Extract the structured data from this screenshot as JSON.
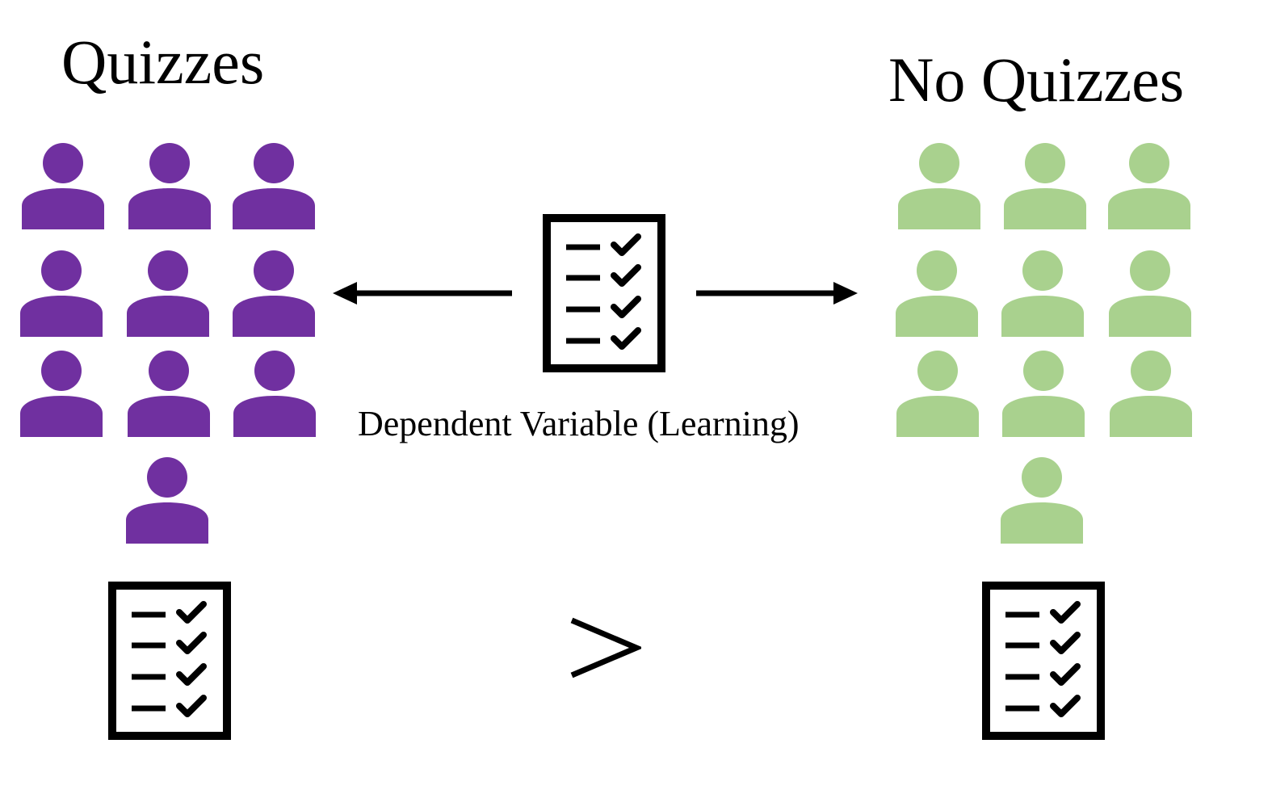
{
  "groups": {
    "left": {
      "title": "Quizzes",
      "color": "#7030a0",
      "participant_count": 10,
      "icon": "person-icon"
    },
    "right": {
      "title": "No Quizzes",
      "color": "#a9d18e",
      "participant_count": 10,
      "icon": "person-icon"
    }
  },
  "measure": {
    "label": "Dependent Variable (Learning)",
    "icon": "checklist-icon",
    "arrows": [
      "arrow-left-icon",
      "arrow-right-icon"
    ]
  },
  "comparison": {
    "symbol": ">",
    "icon": "greater-than-icon"
  }
}
